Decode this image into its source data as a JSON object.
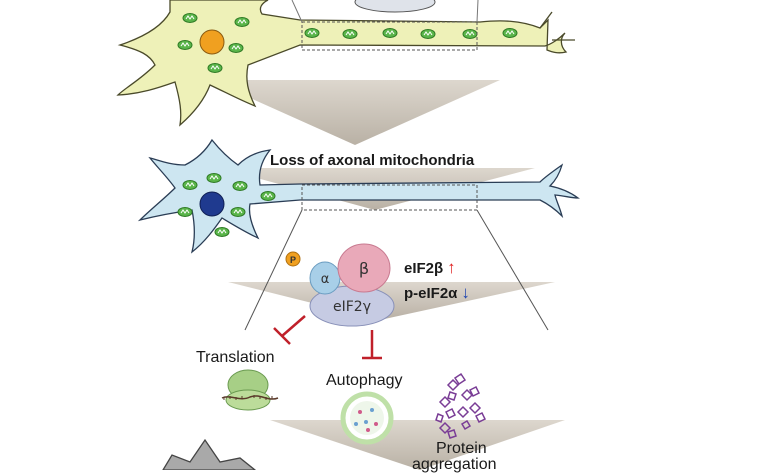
{
  "title": "Loss of axonal mitochondria",
  "complex": {
    "alpha": "α",
    "beta": "β",
    "gamma": "eIF2γ",
    "phospho": "P"
  },
  "labels": {
    "eif2b": "eIF2β",
    "eif2b_arrow": "↑",
    "p_eif2a": "p-eIF2α",
    "p_eif2a_arrow": "↓",
    "translation": "Translation",
    "autophagy": "Autophagy",
    "protein_line1": "Protein",
    "protein_line2": "aggregation"
  },
  "colors": {
    "healthy_neuron": "#eef1b8",
    "affected_neuron": "#cde6f1",
    "degenerated_neuron": "#a9a9a9",
    "mitochondria": "#5ab54a",
    "nucleus_healthy": "#f0a020",
    "nucleus_affected": "#1f3a8f",
    "inhibition": "#c0202a",
    "increase_arrow": "#e02020",
    "decrease_arrow": "#1f45b0",
    "funnel": "#cfc8bd",
    "aggregate": "#7a3d96"
  },
  "icons": [
    "neuron-healthy-icon",
    "neuron-affected-icon",
    "mitochondrion-icon",
    "ribosome-icon",
    "autophagosome-icon",
    "protein-aggregate-icon",
    "inhibition-icon"
  ]
}
